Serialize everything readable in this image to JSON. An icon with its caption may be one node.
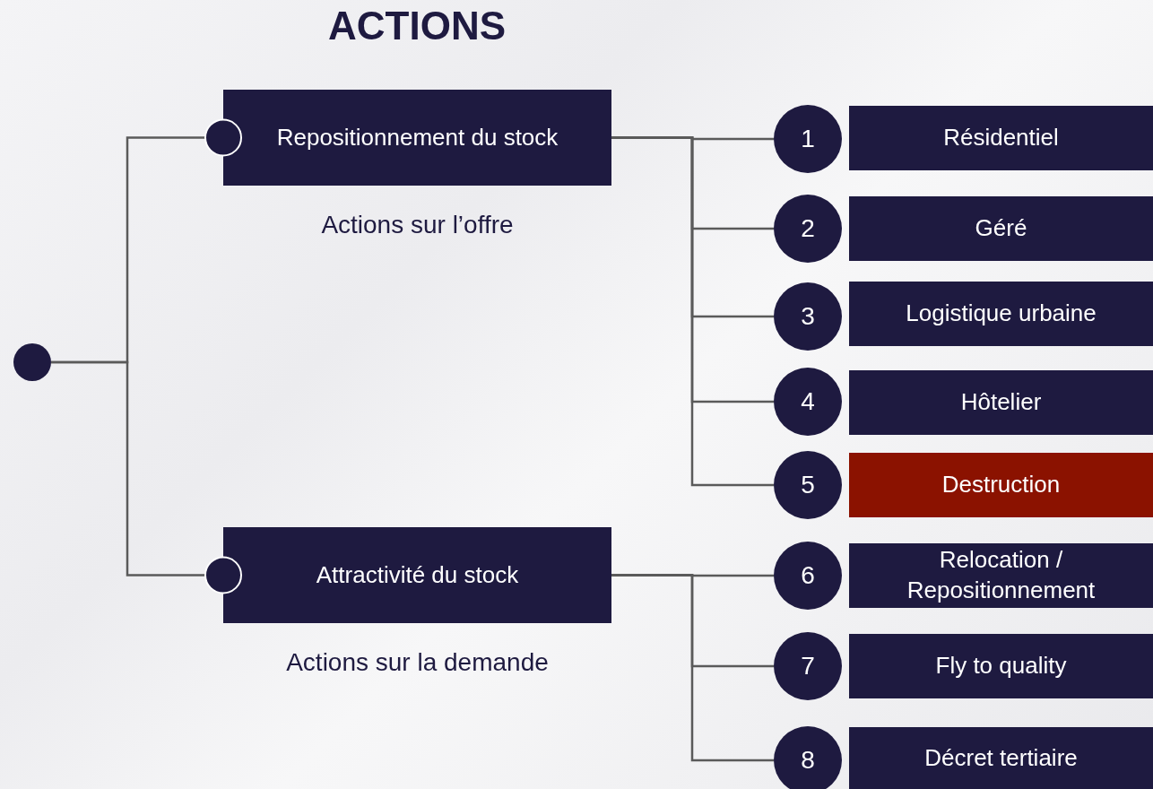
{
  "diagram": {
    "title": "ACTIONS",
    "nodes": [
      {
        "text": [],
        "shape": "circle"
      },
      {
        "text": [
          "Repositionnement du stock"
        ],
        "beside": [
          "Actions sur l’offre"
        ]
      },
      {
        "text": [
          "Attractivité du stock"
        ],
        "beside": [
          "Actions sur la demande"
        ]
      },
      {
        "text": [
          "1"
        ]
      },
      {
        "text": [
          "Résidentiel"
        ]
      },
      {
        "text": [
          "2"
        ]
      },
      {
        "text": [
          "Géré"
        ]
      },
      {
        "text": [
          "3"
        ]
      },
      {
        "text": [
          "Logistique urbaine"
        ]
      },
      {
        "text": [
          "4"
        ]
      },
      {
        "text": [
          "Hôtelier"
        ]
      },
      {
        "text": [
          "5"
        ]
      },
      {
        "text": [
          "Destruction"
        ]
      },
      {
        "text": [
          "6"
        ]
      },
      {
        "text": [
          "Relocation / Repositionnement"
        ]
      },
      {
        "text": [
          "7"
        ]
      },
      {
        "text": [
          "Fly to quality"
        ]
      },
      {
        "text": [
          "8"
        ]
      },
      {
        "text": [
          "Décret tertiaire"
        ]
      }
    ],
    "edges": [
      {
        "from": 0,
        "to": 1,
        "arrow": "none"
      },
      {
        "from": 0,
        "to": 2,
        "arrow": "none"
      },
      {
        "from": 1,
        "to": 3,
        "arrow": "none"
      },
      {
        "from": 1,
        "to": 5,
        "arrow": "none"
      },
      {
        "from": 1,
        "to": 7,
        "arrow": "none"
      },
      {
        "from": 1,
        "to": 9,
        "arrow": "none"
      },
      {
        "from": 1,
        "to": 11,
        "arrow": "none"
      },
      {
        "from": 2,
        "to": 13,
        "arrow": "none"
      },
      {
        "from": 2,
        "to": 15,
        "arrow": "none"
      },
      {
        "from": 2,
        "to": 17,
        "arrow": "none"
      }
    ]
  }
}
